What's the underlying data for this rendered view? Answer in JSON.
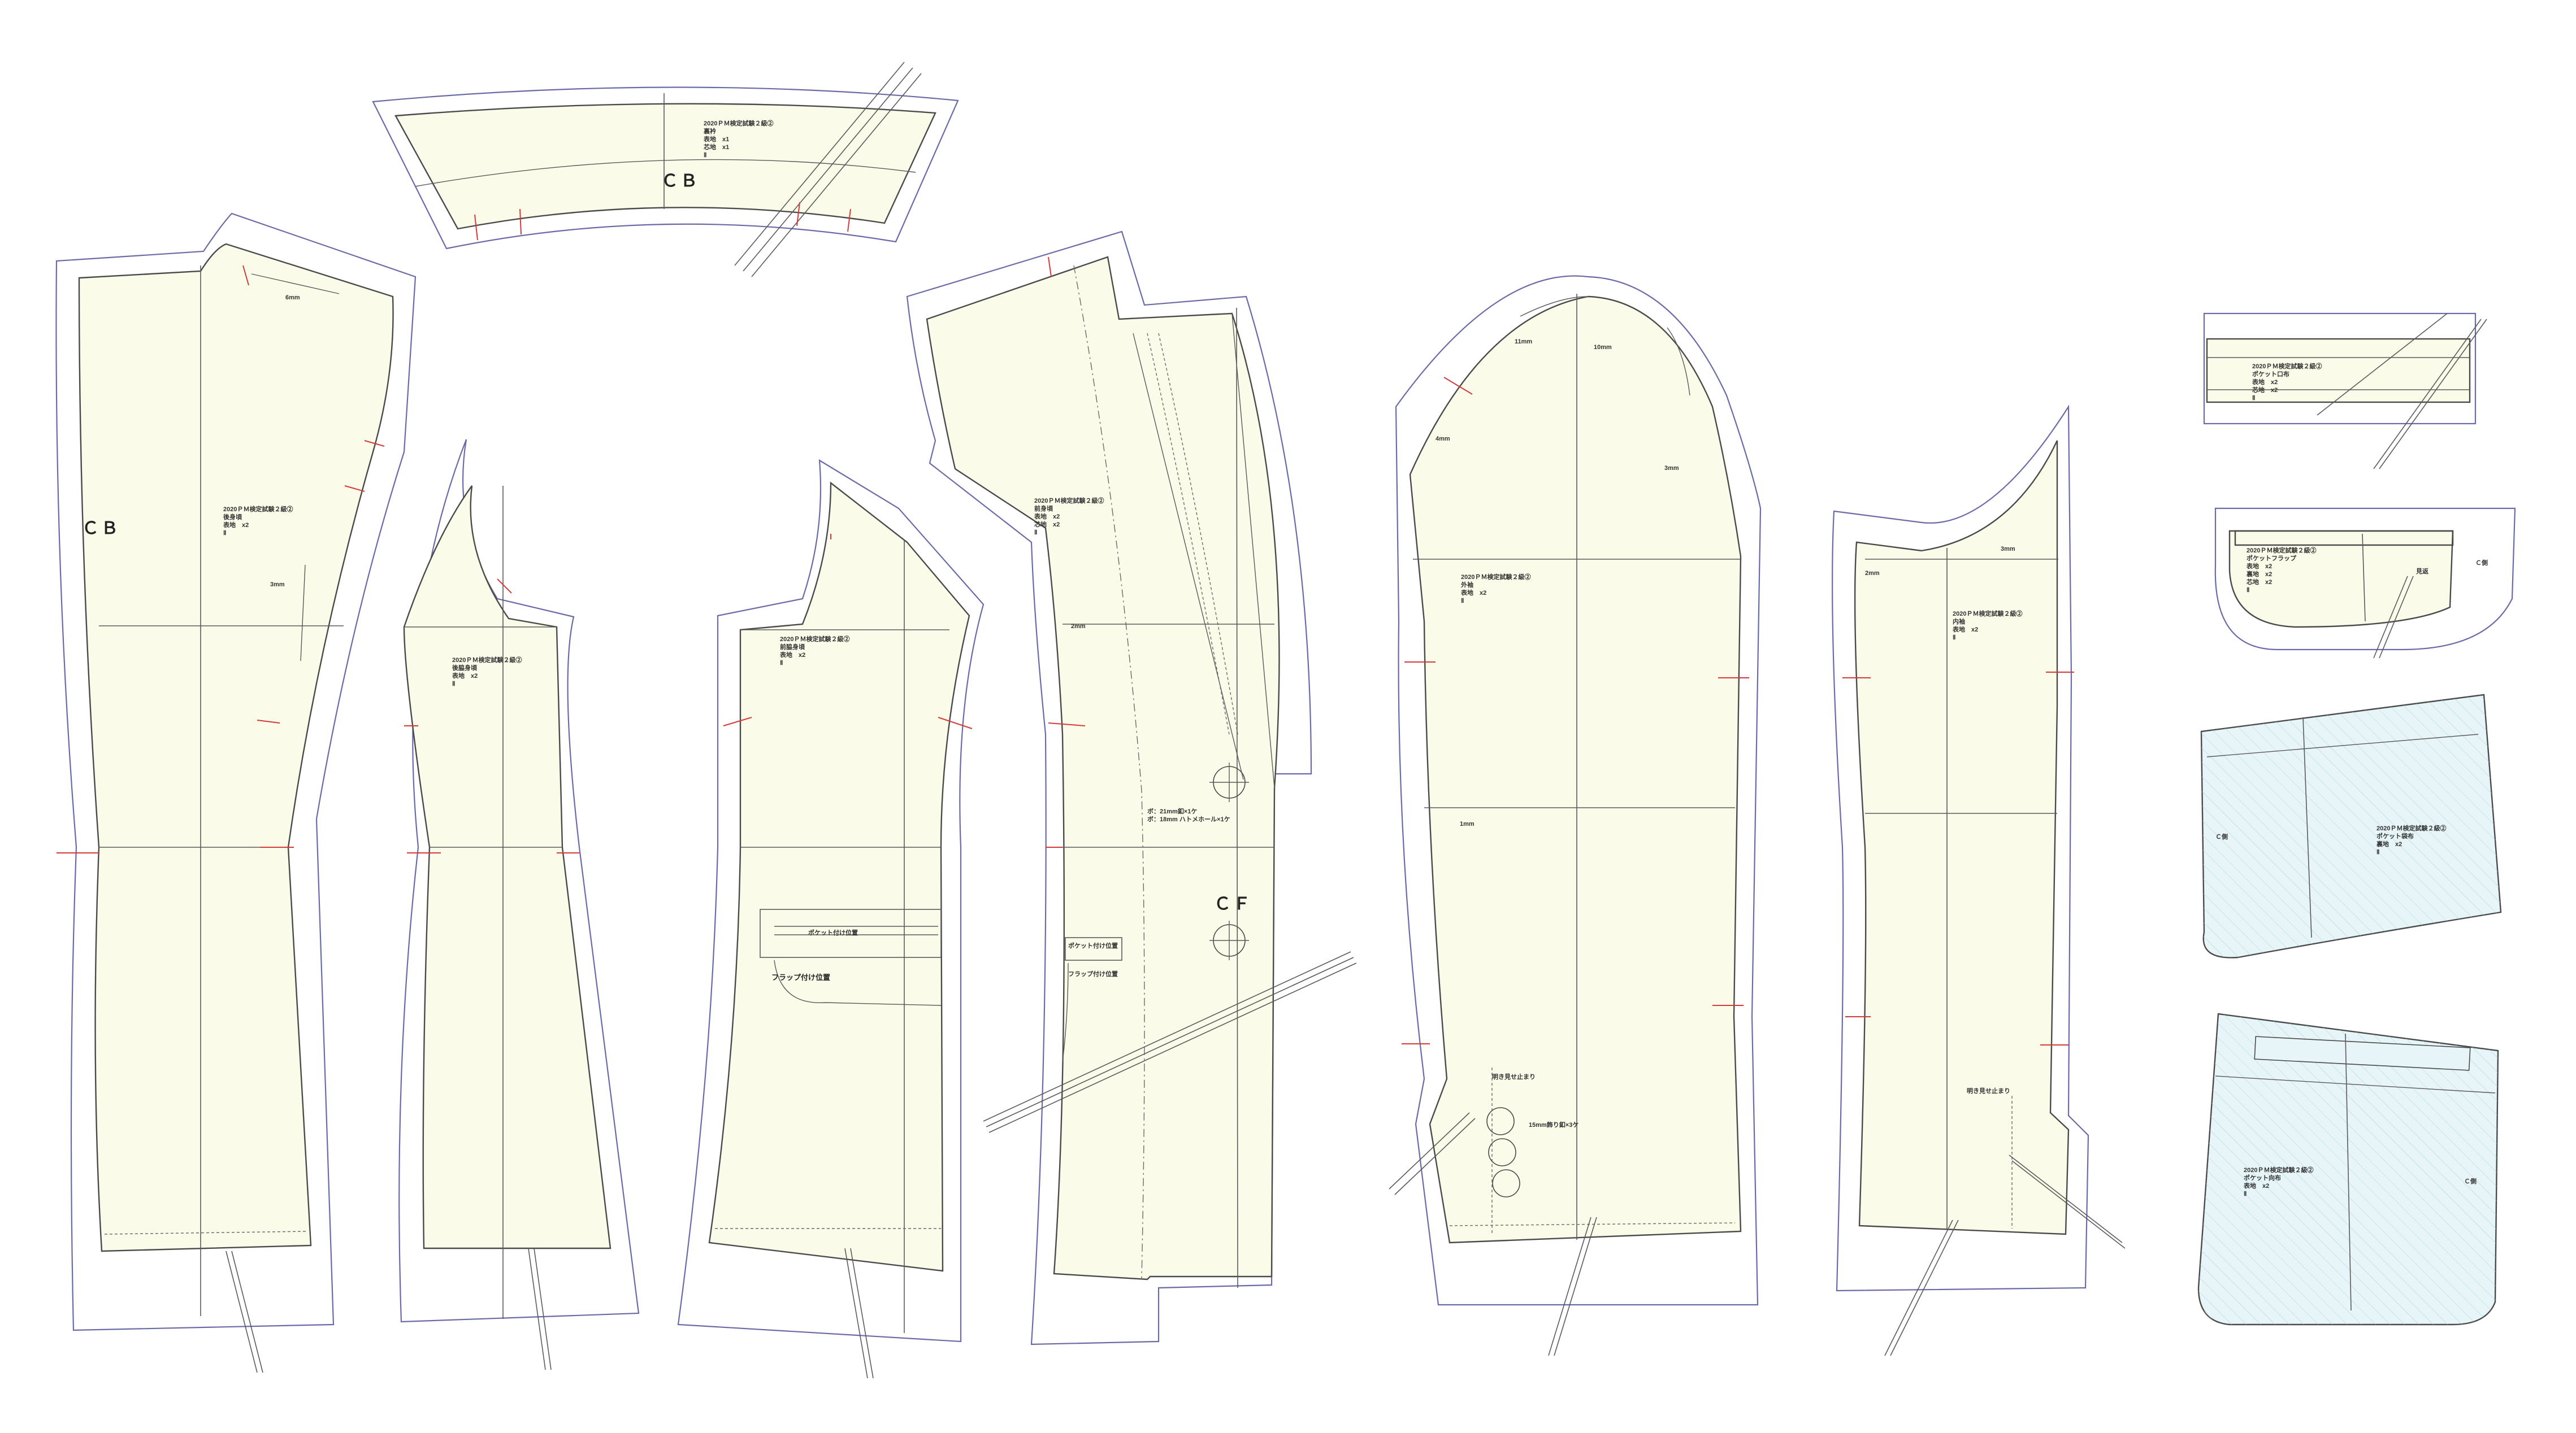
{
  "markers": {
    "cb": "ＣＢ",
    "cf": "ＣＦ"
  },
  "pieces": {
    "collar": {
      "title": "2020ＰＭ検定試験２級②",
      "name": "裏衿",
      "lines": [
        "表地　x1",
        "芯地　x1"
      ],
      "mark": "Ⅱ"
    },
    "back_body": {
      "title": "2020ＰＭ検定試験２級②",
      "name": "後身頃",
      "lines": [
        "表地　x2"
      ],
      "mark": "Ⅱ",
      "dim": "3mm",
      "dim2": "6mm"
    },
    "back_side": {
      "title": "2020ＰＭ検定試験２級②",
      "name": "後脇身頃",
      "lines": [
        "表地　x2"
      ],
      "mark": "Ⅱ"
    },
    "front_side": {
      "title": "2020ＰＭ検定試験２級②",
      "name": "前脇身頃",
      "lines": [
        "表地　x2"
      ],
      "mark": "Ⅱ",
      "pocket_pos": "ポケット付け位置",
      "flap_pos": "フラップ付け位置"
    },
    "front_body": {
      "title": "2020ＰＭ検定試験２級②",
      "name": "前身頃",
      "lines": [
        "表地　x2",
        "芯地　x2"
      ],
      "mark": "Ⅱ",
      "dim": "2mm",
      "pocket_pos": "ポケット付け位置",
      "flap_pos": "フラップ付け位置",
      "button_note1": "ボ：21mm釦×1ケ",
      "button_note2": "ボ：18mm ハトメホール×1ケ"
    },
    "top_sleeve": {
      "title": "2020ＰＭ検定試験２級②",
      "name": "外袖",
      "lines": [
        "表地　x2"
      ],
      "mark": "Ⅱ",
      "dim_a": "11mm",
      "dim_b": "10mm",
      "dim_c": "4mm",
      "dim_d": "3mm",
      "dim_e": "1mm",
      "vent_note": "明き見せ止まり",
      "button_note": "15mm飾り釦×3ケ"
    },
    "under_sleeve": {
      "title": "2020ＰＭ検定試験２級②",
      "name": "内袖",
      "lines": [
        "表地　x2"
      ],
      "mark": "Ⅱ",
      "dim_a": "2mm",
      "dim_b": "3mm",
      "vent_note": "明き見せ止まり"
    },
    "pocket_welt": {
      "title": "2020ＰＭ検定試験２級②",
      "name": "ポケット口布",
      "lines": [
        "表地　x2",
        "芯地　x2"
      ],
      "mark": "Ⅱ"
    },
    "pocket_flap": {
      "title": "2020ＰＭ検定試験２級②",
      "name": "ポケットフラップ",
      "lines": [
        "表地　x2",
        "裏地　x2",
        "芯地　x2"
      ],
      "mark": "Ⅱ",
      "side": "Ｃ側",
      "note": "見返"
    },
    "pocket_lining": {
      "title": "2020ＰＭ検定試験２級②",
      "name": "ポケット袋布",
      "lines": [
        "裏地　x2"
      ],
      "mark": "Ⅱ",
      "side": "Ｃ側"
    },
    "pocket_facing": {
      "title": "2020ＰＭ検定試験２級②",
      "name": "ポケット向布",
      "lines": [
        "表地　x2"
      ],
      "mark": "Ⅱ",
      "side": "Ｃ側"
    }
  },
  "colors": {
    "fabric": "#fbfbe9",
    "lining": "#e7f5f8",
    "seam_allowance": "#6a6aa8",
    "notch": "#d43a3a"
  }
}
